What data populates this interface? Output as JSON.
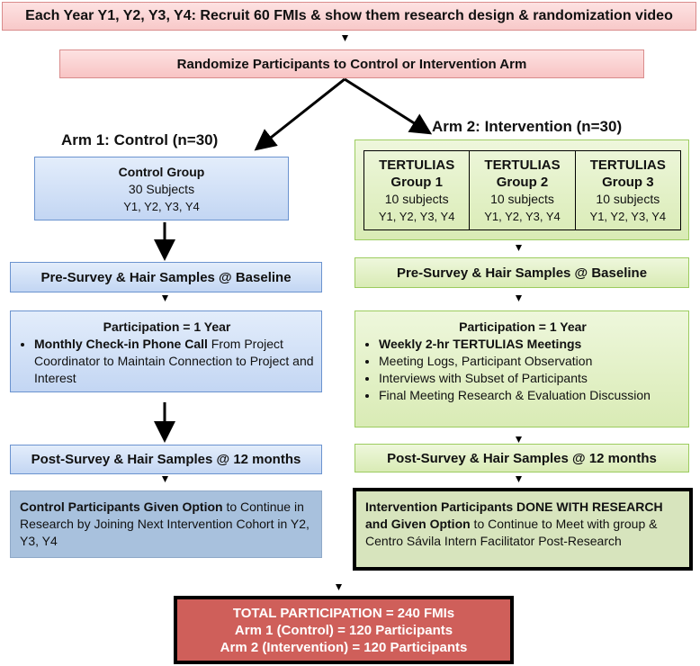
{
  "top_banner": "Each Year Y1, Y2, Y3, Y4: Recruit 60 FMIs & show them research design & randomization video",
  "randomize": "Randomize Participants to Control or Intervention Arm",
  "arm1": {
    "title": "Arm 1: Control  (n=30)",
    "group": {
      "title": "Control Group",
      "line1": "30 Subjects",
      "line2": "Y1, Y2, Y3, Y4"
    },
    "pre_survey": "Pre-Survey & Hair Samples @ Baseline",
    "participation": {
      "title": "Participation = 1 Year",
      "bullet_bold": "Monthly Check-in Phone Call",
      "bullet_rest": " From Project Coordinator to Maintain Connection to Project and Interest"
    },
    "post_survey": "Post-Survey & Hair Samples @ 12 months",
    "option_bold": "Control Participants Given Option",
    "option_rest": " to Continue in Research by Joining Next Intervention Cohort in Y2, Y3, Y4"
  },
  "arm2": {
    "title": "Arm 2: Intervention (n=30)",
    "groups": [
      {
        "name": "TERTULIAS",
        "group": "Group 1",
        "subjects": "10 subjects",
        "years": "Y1, Y2, Y3, Y4"
      },
      {
        "name": "TERTULIAS",
        "group": "Group 2",
        "subjects": "10 subjects",
        "years": "Y1, Y2, Y3, Y4"
      },
      {
        "name": "TERTULIAS",
        "group": "Group 3",
        "subjects": "10 subjects",
        "years": "Y1, Y2, Y3, Y4"
      }
    ],
    "pre_survey": "Pre-Survey & Hair Samples @ Baseline",
    "participation": {
      "title": "Participation = 1 Year",
      "bullets": [
        "Weekly 2-hr TERTULIAS Meetings",
        "Meeting Logs, Participant Observation",
        "Interviews with Subset of Participants",
        "Final Meeting Research & Evaluation Discussion"
      ]
    },
    "post_survey": "Post-Survey & Hair Samples @ 12 months",
    "option_bold": "Intervention Participants DONE WITH RESEARCH and Given Option",
    "option_rest": " to Continue to Meet with group & Centro Sávila Intern Facilitator Post-Research"
  },
  "total": {
    "line1": "TOTAL PARTICIPATION = 240 FMIs",
    "line2": "Arm 1 (Control) = 120 Participants",
    "line3": "Arm 2 (Intervention) = 120 Participants"
  }
}
